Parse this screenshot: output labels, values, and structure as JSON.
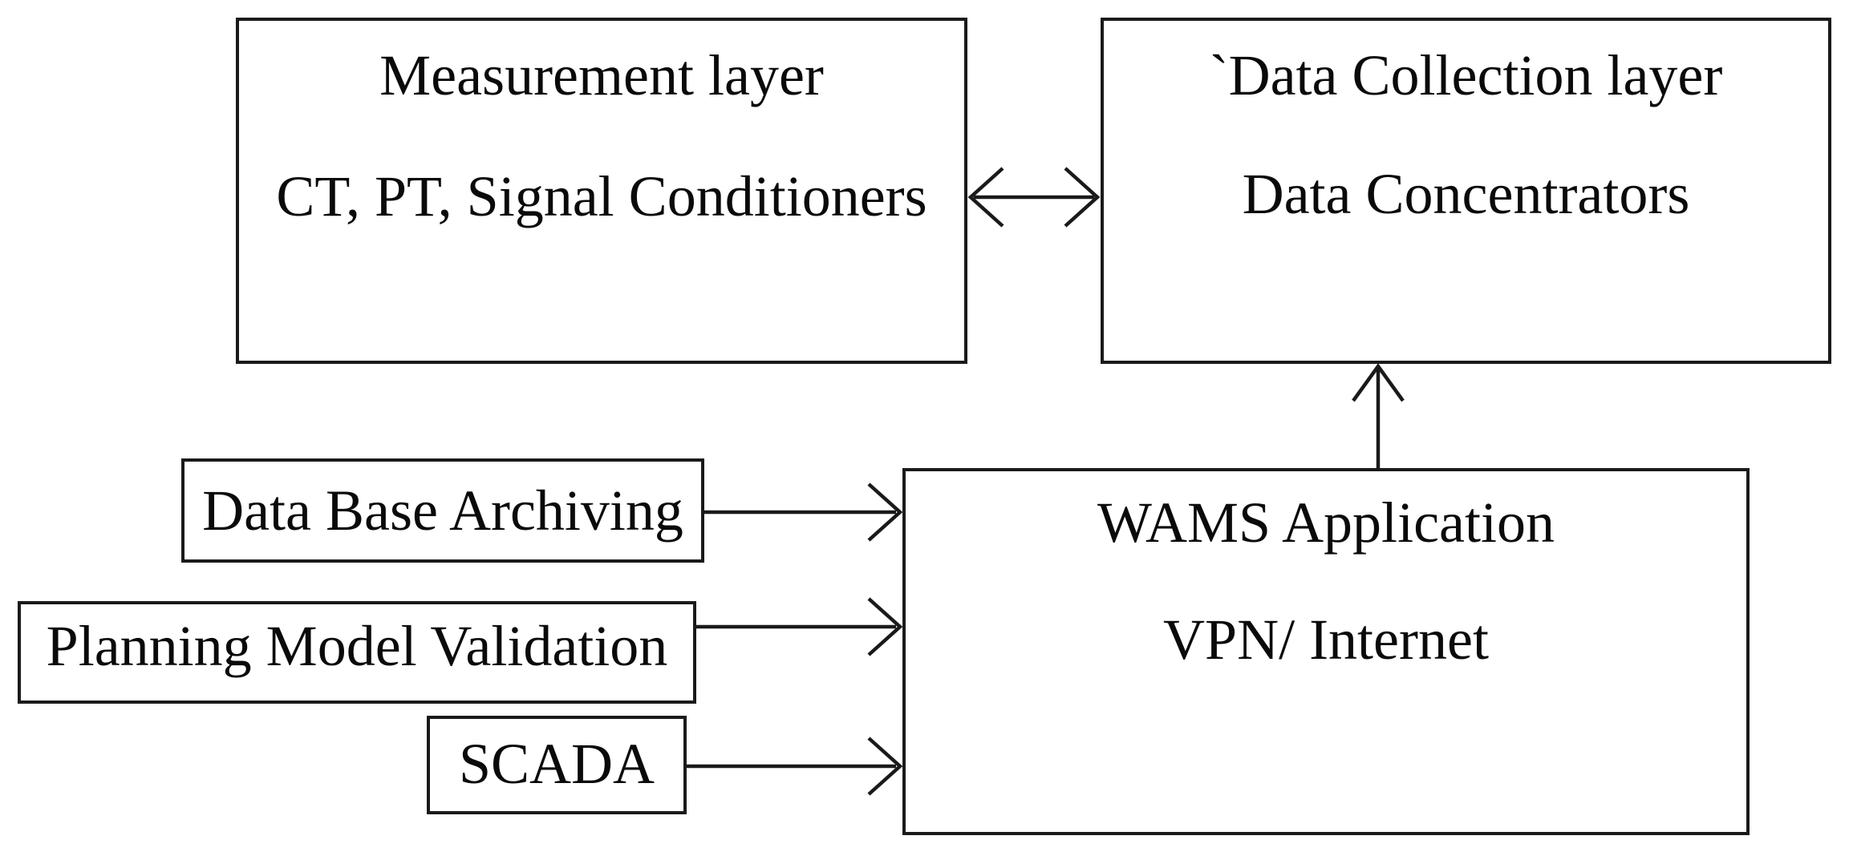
{
  "boxes": {
    "measurement": {
      "line1": "Measurement layer",
      "line2": "CT, PT, Signal Conditioners"
    },
    "data_collection": {
      "line1": "`Data Collection layer",
      "line2": "Data Concentrators"
    },
    "wams": {
      "line1": "WAMS Application",
      "line2": "VPN/ Internet"
    },
    "database_archiving": {
      "label": "Data Base Archiving"
    },
    "planning_model_validation": {
      "label": "Planning Model Validation"
    },
    "scada": {
      "label": "SCADA"
    }
  },
  "arrows": [
    {
      "id": "measurement-datacollection",
      "type": "double-headed",
      "from": "measurement-layer-box",
      "to": "data-collection-layer-box"
    },
    {
      "id": "wams-to-datacollection",
      "type": "single-up",
      "from": "wams-application-box",
      "to": "data-collection-layer-box"
    },
    {
      "id": "dba-to-wams",
      "type": "single-right",
      "from": "database-archiving-box",
      "to": "wams-application-box"
    },
    {
      "id": "pmv-to-wams",
      "type": "single-right",
      "from": "planning-model-validation-box",
      "to": "wams-application-box"
    },
    {
      "id": "scada-to-wams",
      "type": "single-right",
      "from": "scada-box",
      "to": "wams-application-box"
    }
  ],
  "colors": {
    "border": "#1a1a1a",
    "text": "#0a0a0a",
    "background": "#ffffff"
  }
}
